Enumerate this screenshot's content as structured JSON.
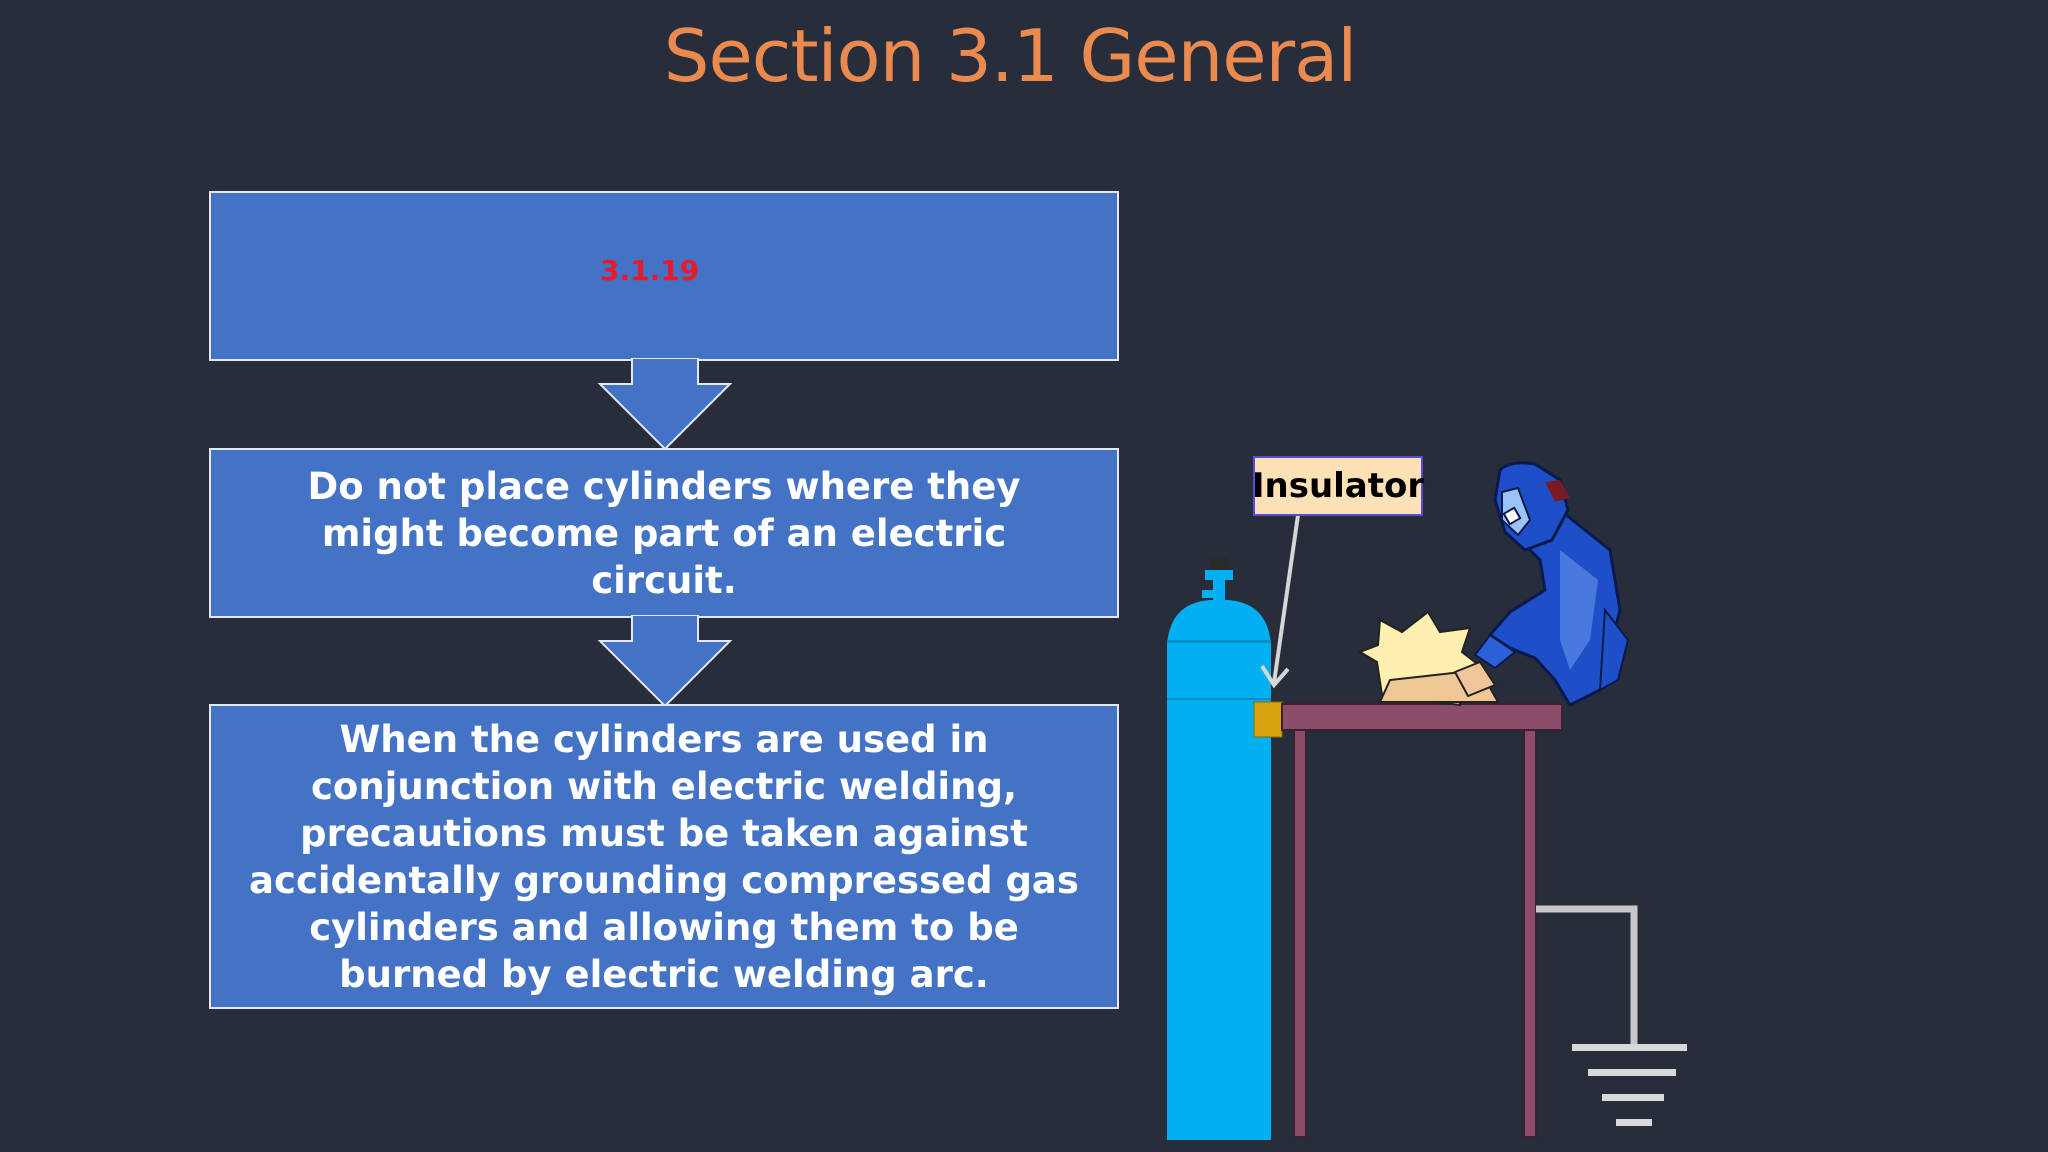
{
  "slide": {
    "title": "Section 3.1 General",
    "code": "3.1.19",
    "step2": "Do not place cylinders where they might become part of an electric circuit.",
    "step3": "When the cylinders are used in conjunction with electric welding, precautions must be taken against accidentally grounding compressed gas cylinders and allowing them to be burned by electric welding arc."
  },
  "illustration": {
    "label": "Insulator",
    "icons": [
      "gas-cylinder-icon",
      "welding-table-icon",
      "welder-icon",
      "ground-symbol-icon"
    ]
  },
  "colors": {
    "background": "#272d3b",
    "title": "#ea8a4e",
    "box_fill": "#4472c4",
    "code_text": "#e8192b",
    "cylinder": "#00b0f0",
    "table": "#8c4d6a",
    "insulator_block": "#d7a20e",
    "label_fill": "#fde1b6"
  }
}
